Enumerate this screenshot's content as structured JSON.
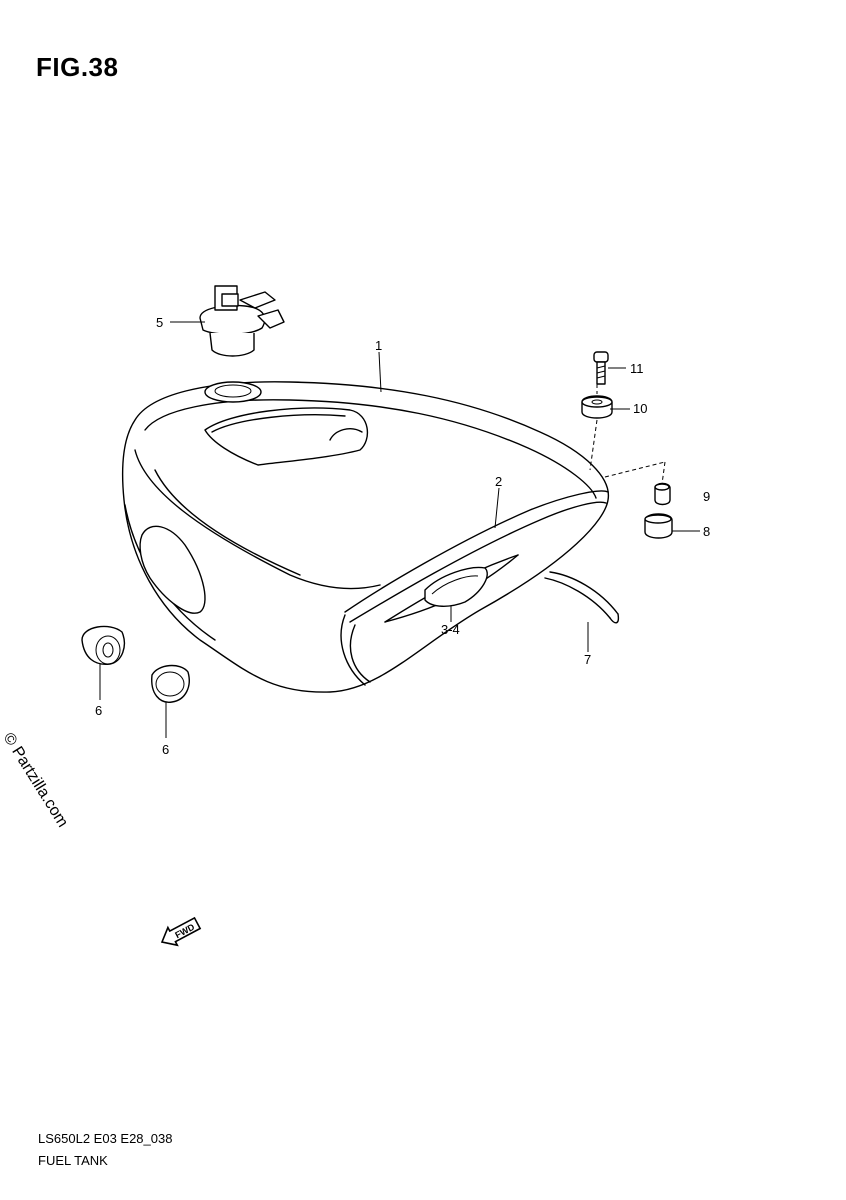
{
  "figure": {
    "title": "FIG.38"
  },
  "callouts": [
    {
      "id": "1",
      "label": "1"
    },
    {
      "id": "2",
      "label": "2"
    },
    {
      "id": "3-4",
      "label": "3-4"
    },
    {
      "id": "5",
      "label": "5"
    },
    {
      "id": "6a",
      "label": "6"
    },
    {
      "id": "6b",
      "label": "6"
    },
    {
      "id": "7",
      "label": "7"
    },
    {
      "id": "8",
      "label": "8"
    },
    {
      "id": "9",
      "label": "9"
    },
    {
      "id": "10",
      "label": "10"
    },
    {
      "id": "11",
      "label": "11"
    }
  ],
  "watermark": "© Partzilla.com",
  "fwd_arrow": {
    "label": "FWD"
  },
  "footer": {
    "code": "LS650L2 E03 E28_038",
    "name": "FUEL TANK"
  }
}
